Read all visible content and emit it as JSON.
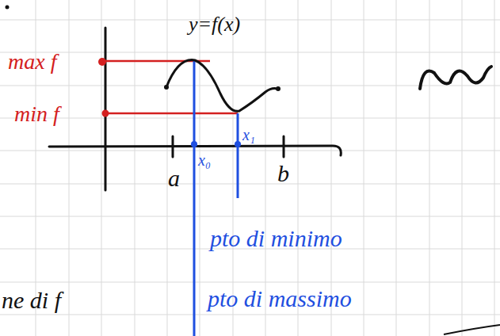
{
  "diagram": {
    "labels": [
      "y=f(x)",
      "max f",
      "min f",
      "x₀",
      "x₁",
      "a",
      "b",
      "pto di minimo",
      "pto di massimo",
      "ne di f"
    ]
  }
}
